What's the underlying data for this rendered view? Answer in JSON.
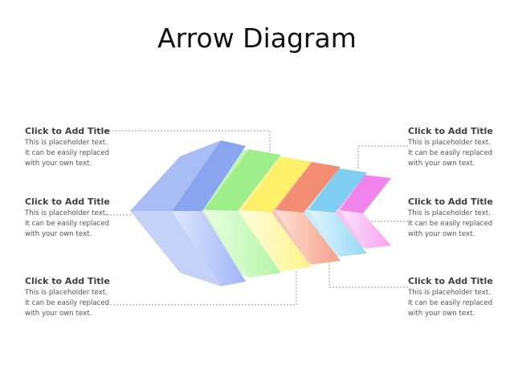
{
  "slide": {
    "title": "Arrow Diagram"
  },
  "blocks": {
    "left": [
      {
        "title": "Click to Add Title",
        "lines": [
          "This is placeholder  text.",
          "It can be easily replaced",
          "with your own text."
        ]
      },
      {
        "title": "Click to Add Title",
        "lines": [
          "This is placeholder  text.",
          "It can be easily replaced",
          "with your own text."
        ]
      },
      {
        "title": "Click to Add Title",
        "lines": [
          "This is placeholder  text.",
          "It can be easily replaced",
          "with your own text."
        ]
      }
    ],
    "right": [
      {
        "title": "Click to Add Title",
        "lines": [
          "This is placeholder  text.",
          "It can be easily replaced",
          "with your own text."
        ]
      },
      {
        "title": "Click to Add Title",
        "lines": [
          "This is placeholder  text.",
          "It can be easily replaced",
          "with your own text."
        ]
      },
      {
        "title": "Click to Add Title",
        "lines": [
          "This is placeholder  text.",
          "It can be easily replaced",
          "with your own text."
        ]
      }
    ]
  },
  "chevrons": [
    {
      "name": "blue",
      "color": "#8fa8f0"
    },
    {
      "name": "green",
      "color": "#a8ef98"
    },
    {
      "name": "yellow",
      "color": "#fff27a"
    },
    {
      "name": "orange",
      "color": "#f59a80"
    },
    {
      "name": "cyan",
      "color": "#8dd4f2"
    },
    {
      "name": "pink",
      "color": "#f598ef"
    }
  ],
  "connector_color": "#9a9a9a"
}
